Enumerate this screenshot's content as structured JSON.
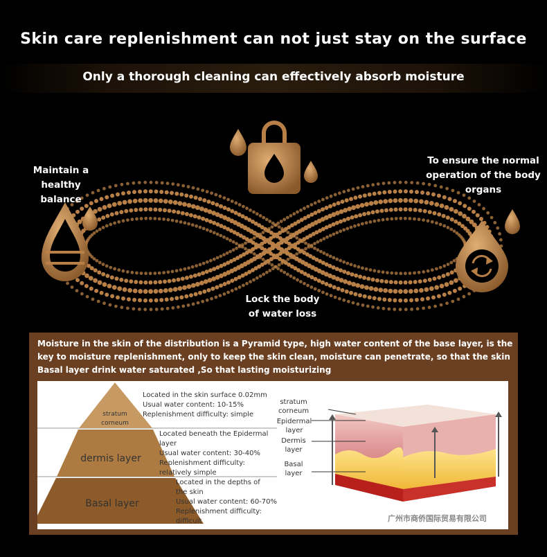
{
  "header": {
    "title": "Skin care replenishment can not just stay on the surface",
    "subtitle": "Only a thorough cleaning can effectively absorb moisture"
  },
  "infinity": {
    "left_label": [
      "Maintain a",
      "healthy balance"
    ],
    "right_label": [
      "To ensure the normal",
      "operation of the body",
      "organs"
    ],
    "bottom_label": [
      "Lock the body",
      "of water loss"
    ],
    "icons": [
      "water-drop-line-icon",
      "lock-drop-icon",
      "water-drop-refresh-icon"
    ]
  },
  "pyramid_section": {
    "intro": [
      "Moisture in the skin of the distribution is a Pyramid type, high water content of the base layer, is the",
      "key to moisture replenishment, only to keep the skin clean, moisture can penetrate, so that the skin",
      "Basal layer drink water saturated ,So that lasting moisturizing"
    ],
    "layers": [
      {
        "name": [
          "stratum",
          "corneum"
        ],
        "desc": [
          "Located in the skin surface 0.02mm",
          "Usual water content: 10-15%",
          "Replenishment difficulty: simple"
        ]
      },
      {
        "name": [
          "dermis layer"
        ],
        "desc": [
          "Located beneath the Epidermal",
          "layer",
          "Usual water content: 30-40%",
          "Replenishment difficulty:",
          "relatively simple"
        ]
      },
      {
        "name": [
          "Basal layer"
        ],
        "desc": [
          "Located in the depths of",
          "the skin",
          "Usual water content: 60-70%",
          "Replenishment difficulty:",
          "difficult"
        ]
      }
    ],
    "skin_labels": [
      [
        "stratum",
        "corneum"
      ],
      [
        "Epidermal",
        "layer"
      ],
      [
        "Dermis",
        "layer"
      ],
      [
        "Basal",
        "layer"
      ]
    ],
    "watermark": "广州市商侨国际贸易有限公司"
  },
  "colors": {
    "accent": "#b88046",
    "panel": "#6b4022",
    "tier1": "#c79a64",
    "tier2": "#ad7b42",
    "tier3": "#8d5a29"
  }
}
